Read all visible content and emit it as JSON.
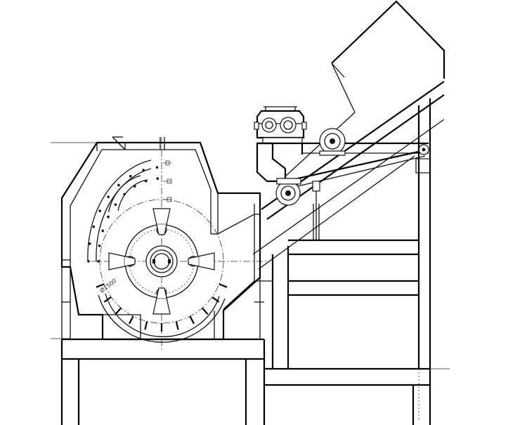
{
  "drawing": {
    "rotor_marking": "Ø1500",
    "color_line": "#111111",
    "color_background": "#ffffff",
    "hammer_count": 4,
    "grate_bar_count": 11,
    "liner_bolt_rows": 2
  }
}
